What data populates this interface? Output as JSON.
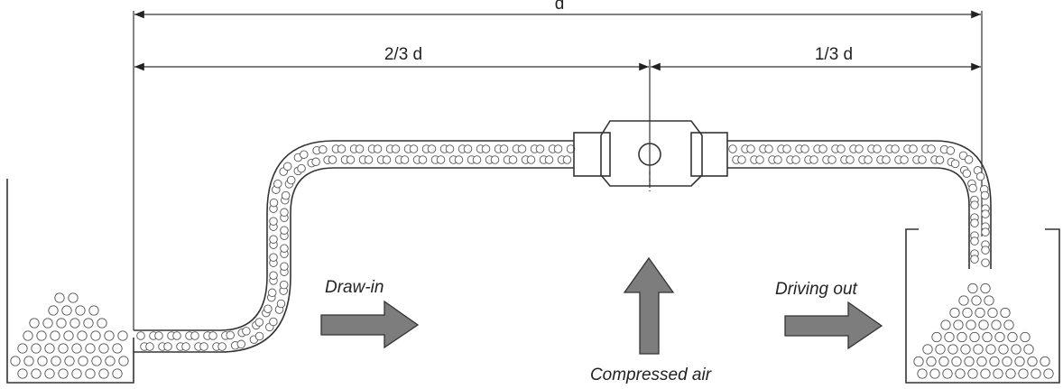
{
  "dimensions": {
    "total": "d",
    "left_segment": "2/3 d",
    "right_segment": "1/3 d"
  },
  "flow_labels": {
    "draw_in": "Draw-in",
    "driving_out": "Driving out",
    "compressed_air": "Compressed air"
  },
  "colors": {
    "line": "#333333",
    "arrow_fill": "#7d7d7d",
    "background": "#ffffff"
  }
}
